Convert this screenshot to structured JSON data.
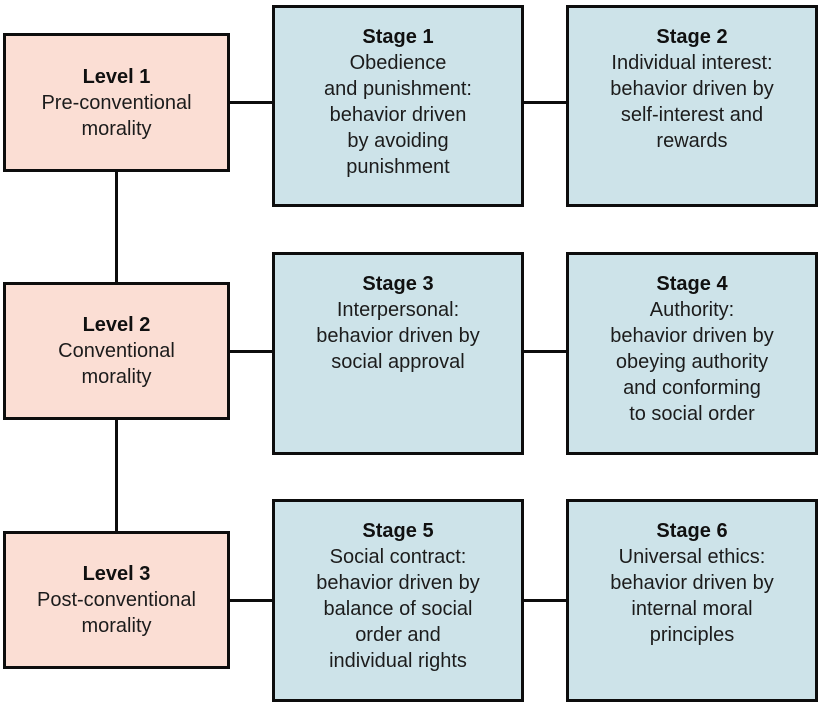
{
  "diagram": {
    "levels": [
      {
        "title": "Level 1",
        "body": "Pre-conventional\nmorality"
      },
      {
        "title": "Level 2",
        "body": "Conventional\nmorality"
      },
      {
        "title": "Level 3",
        "body": "Post-conventional\nmorality"
      }
    ],
    "stages": [
      {
        "title": "Stage 1",
        "body": "Obedience\nand punishment:\nbehavior driven\nby avoiding\npunishment"
      },
      {
        "title": "Stage 2",
        "body": "Individual interest:\nbehavior driven by\nself-interest and\nrewards"
      },
      {
        "title": "Stage 3",
        "body": "Interpersonal:\nbehavior driven by\nsocial approval"
      },
      {
        "title": "Stage 4",
        "body": "Authority:\nbehavior driven by\nobeying authority\nand conforming\nto social order"
      },
      {
        "title": "Stage 5",
        "body": "Social contract:\nbehavior driven by\nbalance of social\norder and\nindividual rights"
      },
      {
        "title": "Stage 6",
        "body": "Universal ethics:\nbehavior driven by\ninternal moral\nprinciples"
      }
    ],
    "colors": {
      "level_fill": "#fbded4",
      "stage_fill": "#cde3e9",
      "border": "#0d0d0d",
      "text": "#1c1c1c",
      "background": "#ffffff"
    }
  }
}
